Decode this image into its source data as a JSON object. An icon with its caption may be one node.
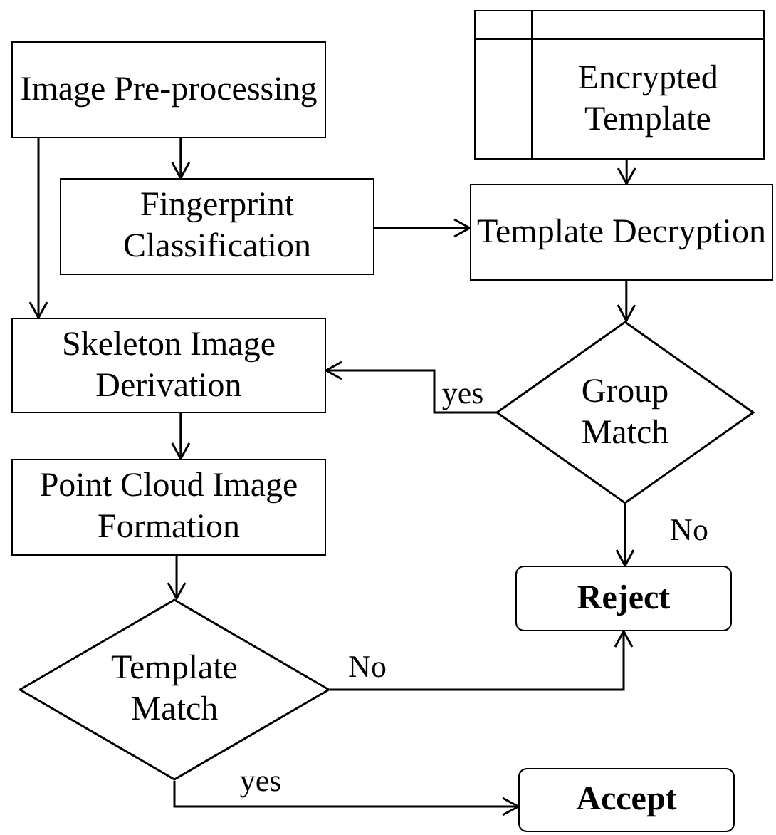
{
  "diagram": {
    "nodes": [
      {
        "text": [
          "Image Pre-processing"
        ]
      },
      {
        "text": [
          "Fingerprint Classification"
        ]
      },
      {
        "text": [
          "Encrypted Template"
        ]
      },
      {
        "text": [
          "Template Decryption"
        ]
      },
      {
        "text": [
          "Skeleton Image Derivation"
        ]
      },
      {
        "text": [
          "Group Match"
        ]
      },
      {
        "text": [
          "Point Cloud Image Formation"
        ]
      },
      {
        "text": [
          "Reject"
        ]
      },
      {
        "text": [
          "Template Match"
        ]
      },
      {
        "text": [
          "Accept"
        ]
      }
    ],
    "edges": [
      {
        "from": 0,
        "to": 1,
        "arrow": "to"
      },
      {
        "from": 0,
        "to": 4,
        "arrow": "to"
      },
      {
        "from": 1,
        "to": 3,
        "arrow": "to"
      },
      {
        "from": 2,
        "to": 3,
        "arrow": "to"
      },
      {
        "from": 3,
        "to": 5,
        "arrow": "to"
      },
      {
        "from": 5,
        "to": 4,
        "arrow": "to",
        "label": "yes"
      },
      {
        "from": 5,
        "to": 7,
        "arrow": "to",
        "label": "No"
      },
      {
        "from": 4,
        "to": 6,
        "arrow": "to"
      },
      {
        "from": 6,
        "to": 8,
        "arrow": "to"
      },
      {
        "from": 8,
        "to": 7,
        "arrow": "to",
        "label": "No"
      },
      {
        "from": 8,
        "to": 9,
        "arrow": "to",
        "label": "yes"
      }
    ]
  }
}
